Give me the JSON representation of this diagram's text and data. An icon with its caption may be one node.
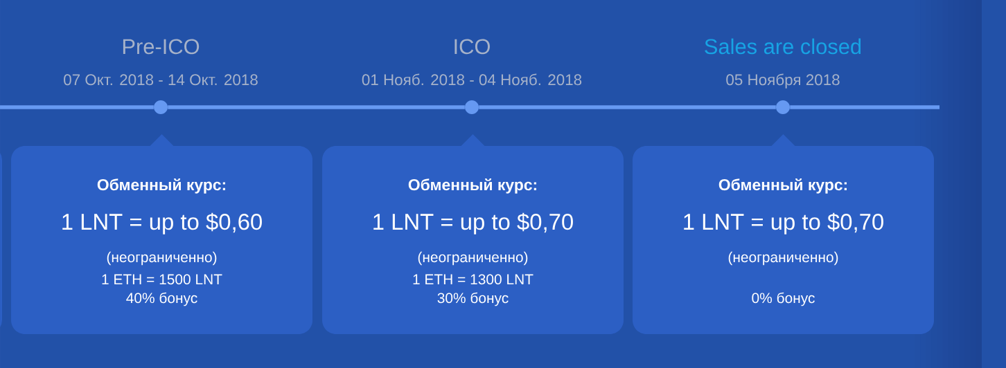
{
  "diagram": {
    "nodes": [
      {
        "text": [],
        "shape": "circle",
        "beside": [
          "Pre-ICO",
          "07 Окт. 2018 - 14 Окт. 2018"
        ]
      },
      {
        "text": [],
        "shape": "circle",
        "beside": [
          "ICO",
          "01 Нояб. 2018 - 04 Нояб. 2018"
        ]
      },
      {
        "text": [],
        "shape": "circle",
        "beside": [
          "Sales are closed",
          "05 Ноября 2018"
        ]
      },
      {
        "text": [
          "Обменный курс:",
          "1 LNT = up to $0,60",
          "(неограниченно)",
          "1 ETH = 1500 LNT",
          "40% бонус"
        ]
      },
      {
        "text": [
          "Обменный курс:",
          "1 LNT = up to $0,70",
          "(неограниченно)",
          "1 ETH = 1300 LNT",
          "30% бонус"
        ]
      },
      {
        "text": [
          "Обменный курс:",
          "1 LNT = up to $0,70",
          "(неограниченно)",
          "0% бонус"
        ]
      }
    ],
    "edges": [
      {
        "from": null,
        "to": 0,
        "arrow": "none"
      },
      {
        "from": 0,
        "to": 1,
        "arrow": "none"
      },
      {
        "from": 1,
        "to": 2,
        "arrow": "none"
      },
      {
        "from": 2,
        "to": null,
        "arrow": "none"
      }
    ]
  }
}
